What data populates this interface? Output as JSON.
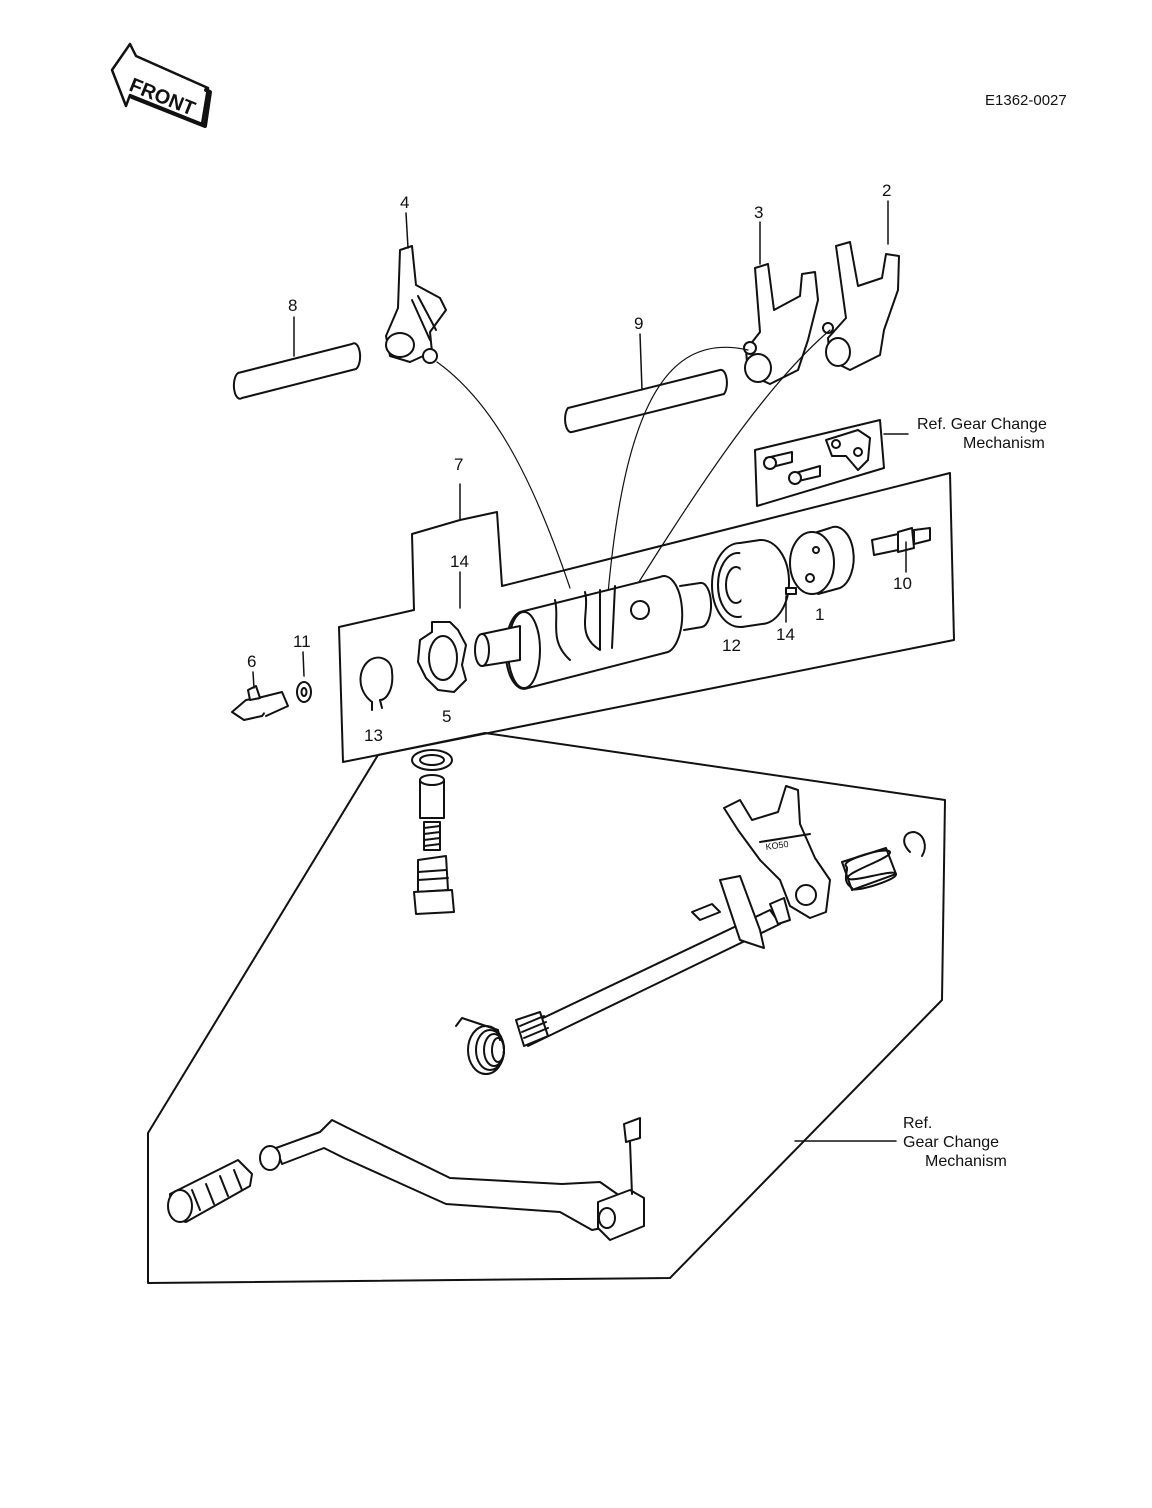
{
  "diagram_code": "E1362-0027",
  "front_label": "FRONT",
  "callouts": [
    "1",
    "2",
    "3",
    "4",
    "5",
    "6",
    "7",
    "8",
    "9",
    "10",
    "11",
    "12",
    "13",
    "14",
    "14"
  ],
  "ref_upper": {
    "line1": "Ref.  Gear Change",
    "line2": "Mechanism"
  },
  "ref_lower": {
    "line1": "Ref.",
    "line2": "Gear Change",
    "line3": "Mechanism"
  }
}
